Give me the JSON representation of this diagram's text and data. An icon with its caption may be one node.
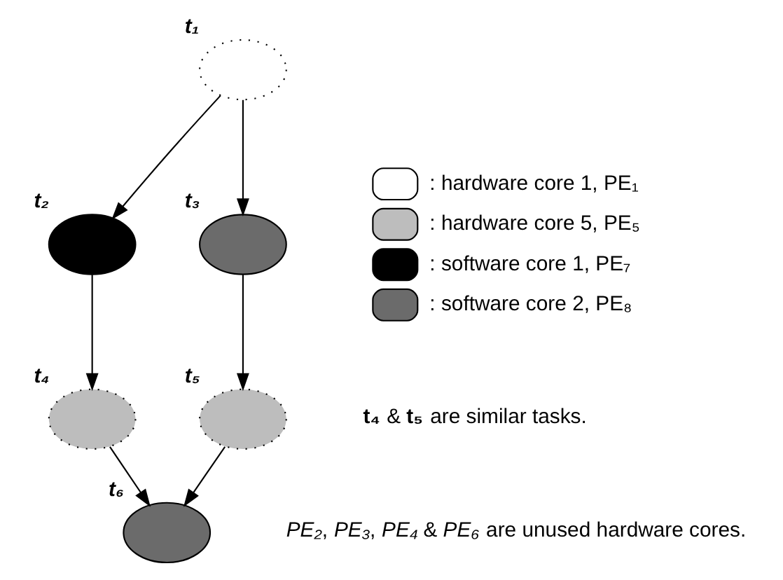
{
  "diagram": {
    "nodes": [
      {
        "text": [],
        "shape": "ellipse",
        "beside": [
          "t₁"
        ]
      },
      {
        "text": [],
        "shape": "ellipse",
        "beside": [
          "t₂"
        ]
      },
      {
        "text": [],
        "shape": "ellipse",
        "beside": [
          "t₃"
        ]
      },
      {
        "text": [],
        "shape": "ellipse",
        "beside": [
          "t₄"
        ]
      },
      {
        "text": [],
        "shape": "ellipse",
        "beside": [
          "t₅"
        ]
      },
      {
        "text": [],
        "shape": "ellipse",
        "beside": [
          "t₆"
        ]
      }
    ],
    "edges": [
      {
        "from": 0,
        "to": 1,
        "arrow": "to"
      },
      {
        "from": 0,
        "to": 2,
        "arrow": "to"
      },
      {
        "from": 1,
        "to": 3,
        "arrow": "to"
      },
      {
        "from": 2,
        "to": 4,
        "arrow": "to"
      },
      {
        "from": 3,
        "to": 5,
        "arrow": "to"
      },
      {
        "from": 4,
        "to": 5,
        "arrow": "to"
      }
    ],
    "labels": [
      "**t₄** & **t₅** are similar tasks.",
      "*PE₂*, *PE₃*, *PE₄* & *PE₆* are unused hardware cores."
    ],
    "legend": [
      {
        "text": ": hardware core 1, PE₁"
      },
      {
        "text": ": hardware core 5, PE₅",
        "color": "#bdbdbd"
      },
      {
        "text": ": software core 1, PE₇",
        "color": "#000000"
      },
      {
        "text": ": software core 2, PE₈",
        "color": "#6b6b6b"
      }
    ]
  }
}
